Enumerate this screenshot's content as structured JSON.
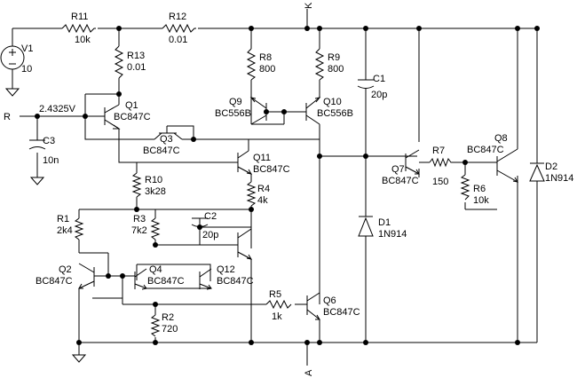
{
  "components": {
    "V1": {
      "ref": "V1",
      "value": "10"
    },
    "R11": {
      "ref": "R11",
      "value": "10k"
    },
    "R12": {
      "ref": "R12",
      "value": "0.01"
    },
    "R13": {
      "ref": "R13",
      "value": "0.01"
    },
    "R8": {
      "ref": "R8",
      "value": "800"
    },
    "R9": {
      "ref": "R9",
      "value": "800"
    },
    "C1": {
      "ref": "C1",
      "value": "20p"
    },
    "Q1": {
      "ref": "Q1",
      "value": "BC847C"
    },
    "Q9": {
      "ref": "Q9",
      "value": "BC556B"
    },
    "Q10": {
      "ref": "Q10",
      "value": "BC556B"
    },
    "Q3": {
      "ref": "Q3",
      "value": "BC847C"
    },
    "C3": {
      "ref": "C3",
      "value": "10n"
    },
    "Q11": {
      "ref": "Q11",
      "value": "BC847C"
    },
    "R10": {
      "ref": "R10",
      "value": "3k28"
    },
    "R4": {
      "ref": "R4",
      "value": "4k"
    },
    "R1": {
      "ref": "R1",
      "value": "2k4"
    },
    "R3": {
      "ref": "R3",
      "value": "7k2"
    },
    "C2": {
      "ref": "C2",
      "value": "20p"
    },
    "Q2": {
      "ref": "Q2",
      "value": "BC847C"
    },
    "Q4": {
      "ref": "Q4",
      "value": "BC847C"
    },
    "Q12": {
      "ref": "Q12",
      "value": "BC847C"
    },
    "R2": {
      "ref": "R2",
      "value": "720"
    },
    "R5": {
      "ref": "R5",
      "value": "1k"
    },
    "Q6": {
      "ref": "Q6",
      "value": "BC847C"
    },
    "D1": {
      "ref": "D1",
      "value": "1N914"
    },
    "Q7": {
      "ref": "Q7",
      "value": "BC847C"
    },
    "R7": {
      "ref": "R7",
      "value": "150"
    },
    "R6": {
      "ref": "R6",
      "value": "10k"
    },
    "Q8": {
      "ref": "Q8",
      "value": "BC847C"
    },
    "D2": {
      "ref": "D2",
      "value": "1N914"
    }
  },
  "nets": {
    "K": "K",
    "A": "A",
    "R": "R",
    "ref_voltage": "2.4325V"
  }
}
